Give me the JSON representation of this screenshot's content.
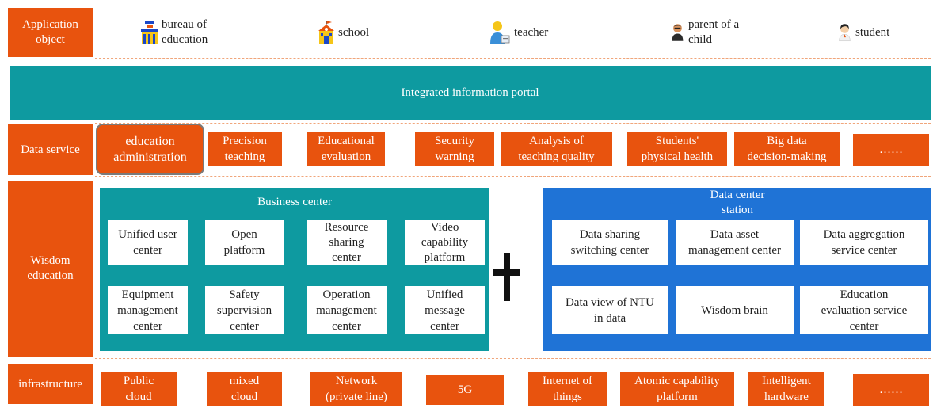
{
  "rows": {
    "application": "Application\nobject",
    "data_service": "Data service",
    "wisdom": "Wisdom\neducation",
    "infrastructure": "infrastructure"
  },
  "app_objects": [
    {
      "label": "bureau of\neducation",
      "icon": "bureau-icon"
    },
    {
      "label": "school",
      "icon": "school-icon"
    },
    {
      "label": "teacher",
      "icon": "teacher-icon"
    },
    {
      "label": "parent of a\nchild",
      "icon": "parent-icon"
    },
    {
      "label": "student",
      "icon": "student-icon"
    }
  ],
  "portal": "Integrated information portal",
  "data_services": [
    "education\nadministration",
    "Precision\nteaching",
    "Educational\nevaluation",
    "Security\nwarning",
    "Analysis of\nteaching quality",
    "Students'\nphysical health",
    "Big data\ndecision-making",
    "……"
  ],
  "business_center": {
    "title": "Business center",
    "items": [
      "Unified user\ncenter",
      "Open\nplatform",
      "Resource\nsharing\ncenter",
      "Video\ncapability\nplatform",
      "Equipment\nmanagement\ncenter",
      "Safety\nsupervision\ncenter",
      "Operation\nmanagement\ncenter",
      "Unified\nmessage\ncenter"
    ]
  },
  "plus": "+",
  "data_center": {
    "title": "Data center\nstation",
    "items": [
      "Data sharing\nswitching center",
      "Data asset\nmanagement center",
      "Data aggregation\nservice center",
      "Data view of NTU\nin data",
      "Wisdom brain",
      "Education\nevaluation service\ncenter"
    ]
  },
  "infrastructure": [
    "Public\ncloud",
    "mixed\ncloud",
    "Network\n(private line)",
    "5G",
    "Internet of\nthings",
    "Atomic capability\nplatform",
    "Intelligent\nhardware",
    "……"
  ],
  "colors": {
    "orange": "#e8530e",
    "teal": "#0e9aa0",
    "blue": "#1f73d6",
    "dashed": "#f0a57a"
  }
}
